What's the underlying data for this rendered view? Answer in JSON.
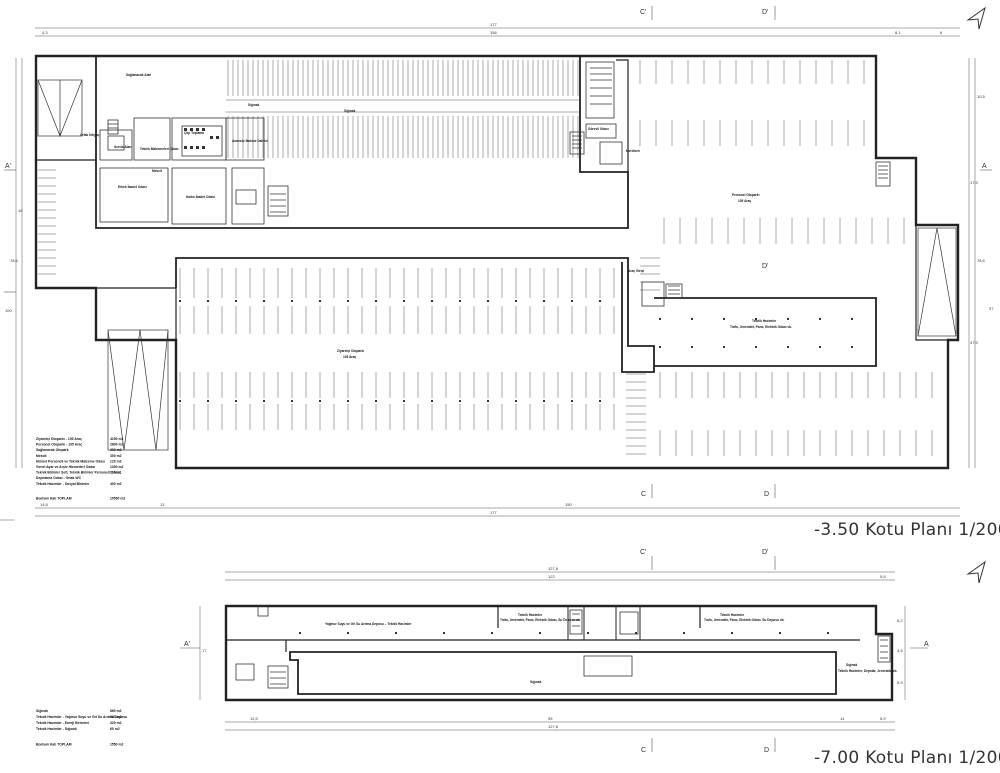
{
  "titles": {
    "upper": "-3.50 Kotu Planı 1/200",
    "lower": "-7.00 Kotu Planı 1/200"
  },
  "section_markers": {
    "c": "C",
    "c_prime": "C'",
    "d": "D",
    "d_prime": "D'",
    "a": "A",
    "a_prime": "A'"
  },
  "upper_dims": {
    "top_total": "177",
    "top_left": "4,3",
    "top_mid": "156",
    "top_r1": "8,1",
    "top_r2": "8",
    "bottom_total": "177",
    "bottom_left": "14,8",
    "bottom_l2": "13",
    "bottom_mid": "150",
    "left_total": "100",
    "left_a": "18",
    "left_b": "78,6",
    "right_a": "10,5",
    "right_b": "17,5",
    "right_c": "78,6",
    "right_d": "37",
    "right_e": "47,5"
  },
  "lower_dims": {
    "top_total": "127,8",
    "top_mid": "122",
    "top_r": "5,8",
    "bottom_a": "12,5",
    "bottom_mid": "95",
    "bottom_r1": "14",
    "bottom_r2": "5,9",
    "bottom_total": "127,8",
    "left": "17",
    "right_a": "6,2",
    "right_b": "4,5",
    "right_c": "5,9"
  },
  "upper_rooms": {
    "yukleme": "Sağlanacak Alan",
    "esnek": "Ortak İhtiyaç",
    "servis": "Servis Alanı",
    "depo": "Teknik Malzemeleri Odası",
    "cop": "Çöp Toplama",
    "asansor": "Asansör Makine Dairesi",
    "mescit": "Mescit",
    "erkek": "Erkek İbadet Odası",
    "kadin": "Kadın İbadet Odası",
    "sig1": "Sığınak",
    "sig2": "Sığınak",
    "otopark1": "Ziyaretçi Otoparkı",
    "otopark1_cap": "105 Araç",
    "otopark2": "Personel Otoparkı",
    "otopark2_cap": "105 Araç",
    "teknik": "Teknik Hacimler",
    "teknik_sub": "Trafo, Jeneratör, Pano, Elektrik Odası vb.",
    "gorevli": "Görevli Odası",
    "merdiven": "Merdiven",
    "giris": "Araç Girişi"
  },
  "upper_legend": [
    {
      "label": "Ziyaretçi Otoparkı - 105 Araç",
      "value": "4150 m2"
    },
    {
      "label": "Personel Otoparkı - 105 Araç",
      "value": "2800 m2"
    },
    {
      "label": "Sağlanacak Otopark",
      "value": "300 m2"
    },
    {
      "label": "Mescit",
      "value": "300 m2"
    },
    {
      "label": "Hizmet Personeli ve Teknik Malzeme Odası",
      "value": "120 m2"
    },
    {
      "label": "Genel Ayar ve Arşiv Hizmetleri Odası",
      "value": "1300 m2"
    },
    {
      "label": "Teknik Birimler Şefi, Teknik Birimler Personeli Odası,",
      "value": "110 m2"
    },
    {
      "label": "Depolama Odası - Ortak WC",
      "value": ""
    },
    {
      "label": "Teknik Hacimler - Sosyal Birimler",
      "value": "400 m2"
    }
  ],
  "upper_total": {
    "label": "Bodrum Katı TOPLAM",
    "value": "10500 m2"
  },
  "lower_rooms": {
    "sig_a": "Sığınak",
    "teknik_a": "Teknik Hacimler",
    "teknik_a_sub": "Trafo, Jeneratör, Pano, Elektrik Odası, Su Deposu vb.",
    "teknik_b": "Teknik Hacimler",
    "teknik_b_sub": "Trafo, Jeneratör, Pano, Elektrik Odası, Su Deposu vb.",
    "sig_b": "Sığınak",
    "sig_b_sub": "Teknik Hacimler, Depolar, Jeneratör vb.",
    "corridor": "Yağmur Suyu ve Gri Su Arıtma Deposu – Teknik Hacimler"
  },
  "lower_legend": [
    {
      "label": "Sığınak",
      "value": "860 m2"
    },
    {
      "label": "Teknik Hacimler - Yağmur Suyu ve Gri Su Arıtma Deposu",
      "value": "320 m2"
    },
    {
      "label": "Teknik Hacimler - Enerji Birimleri",
      "value": "320 m2"
    },
    {
      "label": "Teknik Hacimler - Sığınak",
      "value": "60 m2"
    }
  ],
  "lower_total": {
    "label": "Bodrum Katı TOPLAM",
    "value": "1550 m2"
  }
}
